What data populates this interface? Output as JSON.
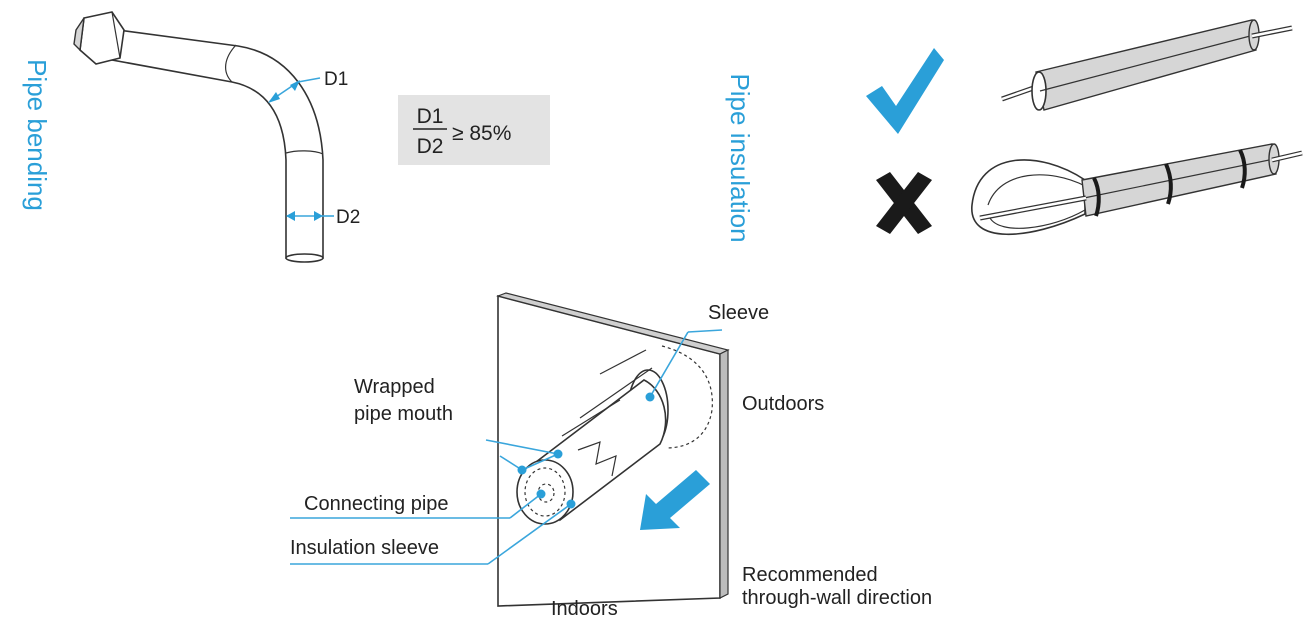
{
  "pipe_bending": {
    "title": "Pipe bending",
    "d1_label": "D1",
    "d2_label": "D2",
    "formula_numerator": "D1",
    "formula_denominator": "D2",
    "formula_relation": "≥ 85%"
  },
  "pipe_insulation": {
    "title": "Pipe insulation",
    "correct_icon": "checkmark-icon",
    "wrong_icon": "cross-icon"
  },
  "wall_diagram": {
    "sleeve": "Sleeve",
    "wrapped_line1": "Wrapped",
    "wrapped_line2": "pipe mouth",
    "outdoors": "Outdoors",
    "connecting_pipe": "Connecting pipe",
    "insulation_sleeve": "Insulation sleeve",
    "indoors": "Indoors",
    "direction_line1": "Recommended",
    "direction_line2": "through-wall direction"
  },
  "colors": {
    "accent": "#2a9fd8",
    "formula_bg": "#e3e3e3",
    "mark": "#1a1a1a"
  }
}
